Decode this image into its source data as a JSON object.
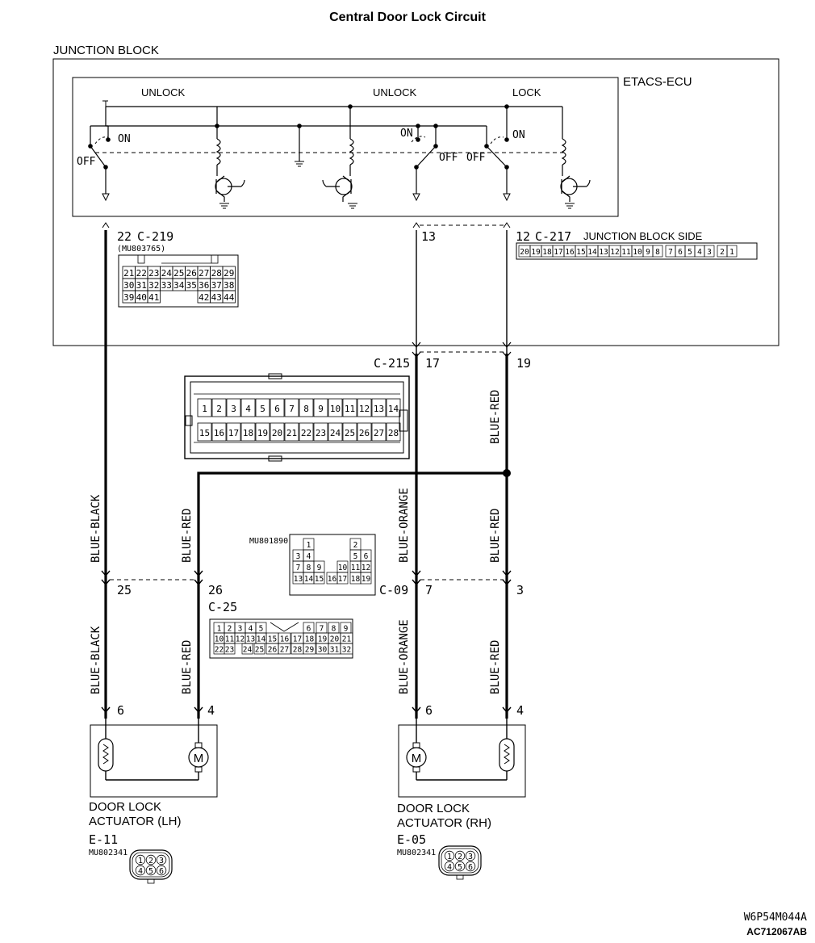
{
  "title": "Central Door Lock Circuit",
  "junction_block": {
    "label": "JUNCTION BLOCK",
    "ecu_label": "ETACS-ECU",
    "switch_labels": [
      "UNLOCK",
      "UNLOCK",
      "LOCK"
    ],
    "on": "ON",
    "off": "OFF",
    "side_label": "JUNCTION BLOCK SIDE"
  },
  "connectors": {
    "c219": {
      "pin": "22",
      "name": "C-219",
      "part": "(MU803765)",
      "rows": [
        [
          "21",
          "22",
          "23",
          "24",
          "25",
          "26",
          "27",
          "28",
          "29"
        ],
        [
          "30",
          "31",
          "32",
          "33",
          "34",
          "35",
          "36",
          "37",
          "38"
        ],
        [
          "39",
          "40",
          "41",
          "",
          "",
          "",
          "42",
          "43",
          "44"
        ]
      ]
    },
    "c217": {
      "pin_a": "13",
      "pin_b": "12",
      "name": "C-217",
      "pins": [
        "20",
        "19",
        "18",
        "17",
        "16",
        "15",
        "14",
        "13",
        "12",
        "11",
        "10",
        "9",
        "8",
        "7",
        "6",
        "5",
        "4",
        "3",
        "2",
        "1"
      ]
    },
    "c215": {
      "name": "C-215",
      "pin_a": "17",
      "pin_b": "19",
      "rows": [
        [
          "1",
          "2",
          "3",
          "4",
          "5",
          "6",
          "7",
          "8",
          "9",
          "10",
          "11",
          "12",
          "13",
          "14"
        ],
        [
          "15",
          "16",
          "17",
          "18",
          "19",
          "20",
          "21",
          "22",
          "23",
          "24",
          "25",
          "26",
          "27",
          "28"
        ]
      ]
    },
    "c09": {
      "name": "C-09",
      "pin_a": "7",
      "pin_b": "3",
      "part": "MU801890",
      "rows": [
        [
          "1",
          "2"
        ],
        [
          "3",
          "4",
          "5",
          "6"
        ],
        [
          "7",
          "8",
          "9",
          "10",
          "11",
          "12"
        ],
        [
          "13",
          "14",
          "15",
          "16",
          "17",
          "18",
          "19"
        ]
      ]
    },
    "c25": {
      "name": "C-25",
      "pin_a": "25",
      "pin_b": "26",
      "rows": [
        [
          "1",
          "2",
          "3",
          "4",
          "5",
          "6",
          "7",
          "8",
          "9"
        ],
        [
          "10",
          "11",
          "12",
          "13",
          "14",
          "15",
          "16",
          "17",
          "18",
          "19",
          "20",
          "21"
        ],
        [
          "22",
          "23",
          "24",
          "25",
          "26",
          "27",
          "28",
          "29",
          "30",
          "31",
          "32"
        ]
      ]
    }
  },
  "wires": {
    "blue_black": "BLUE-BLACK",
    "blue_red": "BLUE-RED",
    "blue_orange": "BLUE-ORANGE"
  },
  "actuators": {
    "lh": {
      "name": "DOOR LOCK\nACTUATOR (LH)",
      "line1": "DOOR LOCK",
      "line2": "ACTUATOR (LH)",
      "pin_a": "6",
      "pin_b": "4",
      "conn": "E-11",
      "part": "MU802341",
      "pins": [
        "1",
        "2",
        "3",
        "4",
        "5",
        "6"
      ]
    },
    "rh": {
      "line1": "DOOR LOCK",
      "line2": "ACTUATOR (RH)",
      "pin_a": "6",
      "pin_b": "4",
      "conn": "E-05",
      "part": "MU802341",
      "pins": [
        "1",
        "2",
        "3",
        "4",
        "5",
        "6"
      ]
    },
    "motor": "M"
  },
  "codes": {
    "drawing": "W6P54M044A",
    "ref": "AC712067AB"
  }
}
